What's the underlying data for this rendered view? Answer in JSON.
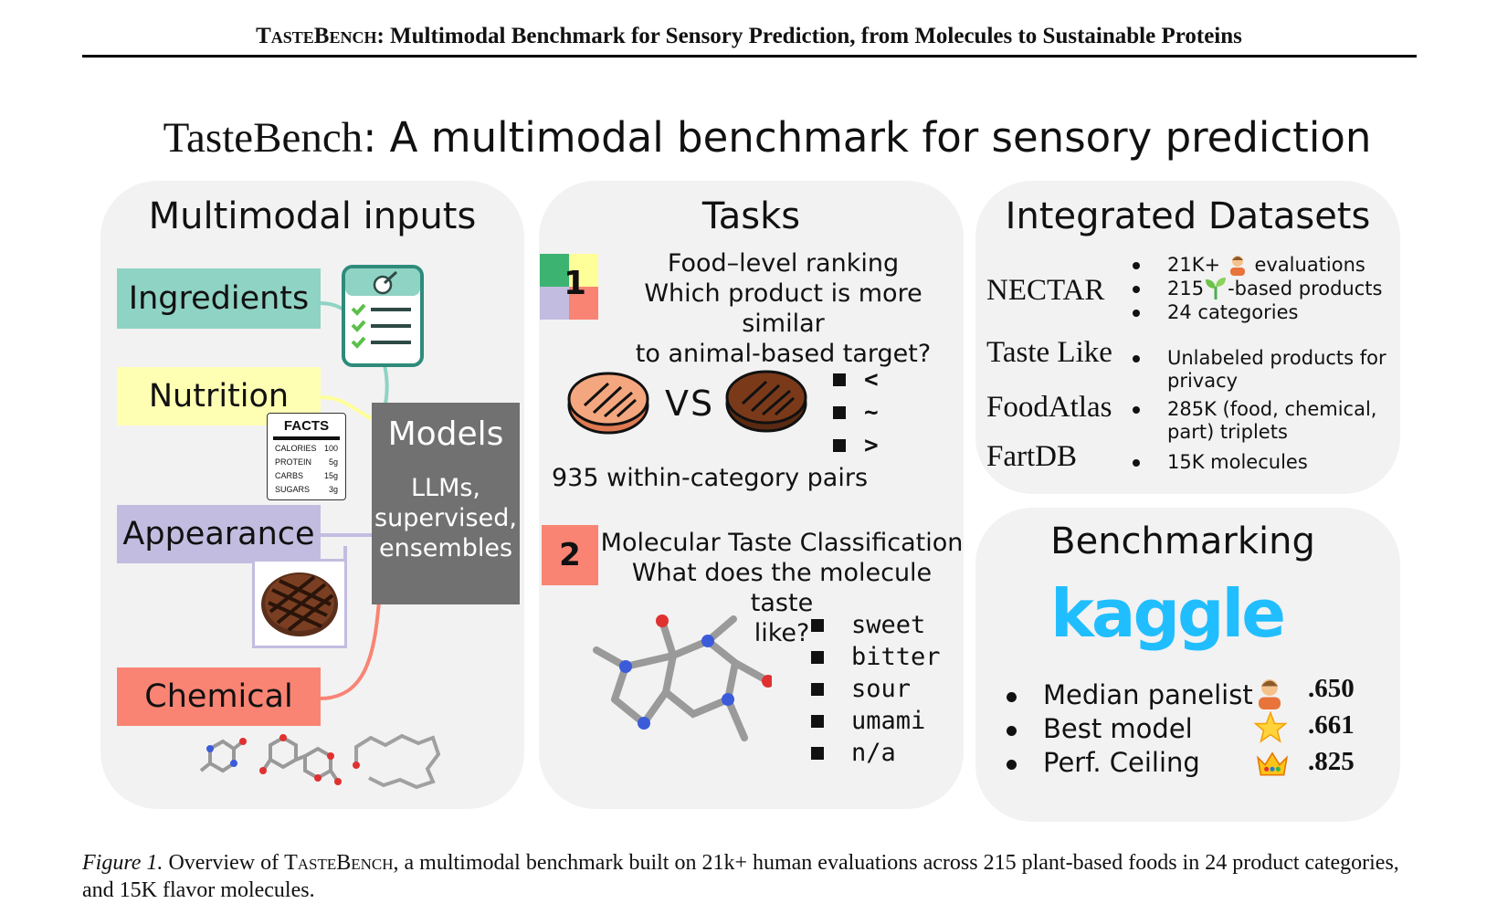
{
  "header": {
    "title_sc": "TasteBench",
    "title_rest": ": Multimodal Benchmark for Sensory Prediction, from Molecules to Sustainable Proteins"
  },
  "main_title": {
    "brand": "TasteBench",
    "rest": ": A multimodal benchmark for sensory prediction"
  },
  "inputs_panel": {
    "title": "Multimodal inputs",
    "ingredients": "Ingredients",
    "nutrition": "Nutrition",
    "appearance": "Appearance",
    "chemical": "Chemical",
    "facts": {
      "title": "FACTS",
      "rows": [
        {
          "label": "CALORIES",
          "value": "100"
        },
        {
          "label": "PROTEIN",
          "value": "5g"
        },
        {
          "label": "CARBS",
          "value": "15g"
        },
        {
          "label": "SUGARS",
          "value": "3g"
        }
      ]
    },
    "models": {
      "title": "Models",
      "line1": "LLMs,",
      "line2": "supervised,",
      "line3": "ensembles"
    }
  },
  "tasks_panel": {
    "title": "Tasks",
    "task1": {
      "number": "1",
      "line1": "Food–level ranking",
      "line2": "Which product is more similar",
      "line3": "to animal-based target?",
      "vs": "VS",
      "options": [
        "<",
        "~",
        ">"
      ],
      "pairs": "935 within-category pairs"
    },
    "task2": {
      "number": "2",
      "line1": "Molecular Taste Classification",
      "line2": "What does the molecule taste",
      "line3": "like?",
      "classes": [
        "sweet",
        "bitter",
        "sour",
        "umami",
        "n/a"
      ]
    }
  },
  "datasets_panel": {
    "title": "Integrated Datasets",
    "nectar": {
      "name": "NECTAR",
      "b1_pre": "21K+",
      "b1_post": "evaluations",
      "b2_pre": "215",
      "b2_post": "-based products",
      "b3": "24 categories"
    },
    "tastelike": {
      "name": "Taste Like",
      "l1": "Unlabeled products for",
      "l2": "privacy"
    },
    "foodatlas": {
      "name": "FoodAtlas",
      "l1": "285K (food, chemical,",
      "l2": "part) triplets"
    },
    "fartdb": {
      "name": "FartDB",
      "l1": "15K molecules"
    }
  },
  "bench_panel": {
    "title": "Benchmarking",
    "logo": "kaggle",
    "rows": [
      {
        "label": "Median panelist",
        "value": ".650"
      },
      {
        "label": "Best model",
        "value": ".661"
      },
      {
        "label": "Perf. Ceiling",
        "value": ".825"
      }
    ]
  },
  "caption": {
    "fig": "Figure 1.",
    "pre": " Overview of ",
    "brand": "TasteBench",
    "post": ", a multimodal benchmark built on 21k+ human evaluations across 215 plant-based foods in 24 product categories, and 15K flavor molecules."
  },
  "colors": {
    "ingredients": "#8fd3c4",
    "nutrition": "#ffffb3",
    "appearance": "#c2bde0",
    "chemical": "#f98474",
    "models": "#717171",
    "panel": "#f2f2f2",
    "kaggle": "#20beff"
  }
}
